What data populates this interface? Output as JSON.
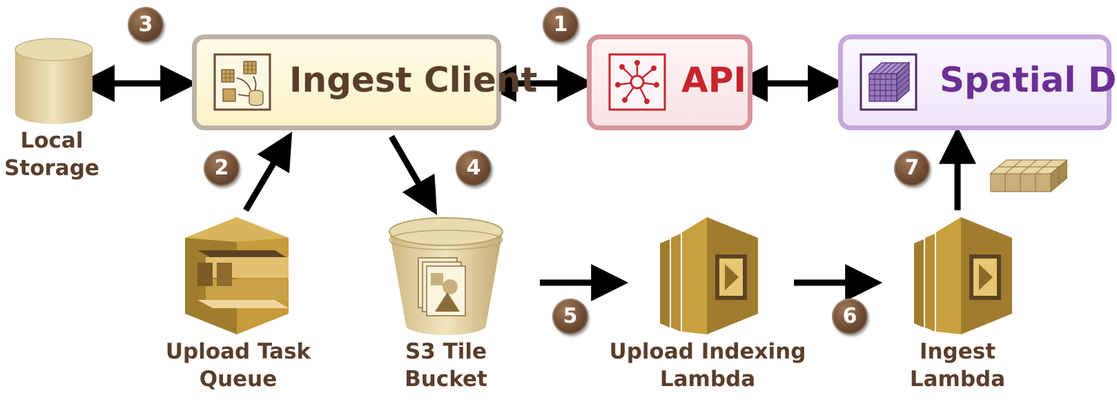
{
  "nodes": {
    "ingest_client": "Ingest Client",
    "api": "API",
    "spatial_db": "Spatial DB",
    "local_storage": "Local\nStorage",
    "upload_task_queue": "Upload Task\nQueue",
    "s3_tile_bucket": "S3 Tile\nBucket",
    "upload_indexing_lambda": "Upload Indexing\nLambda",
    "ingest_lambda": "Ingest\nLambda"
  },
  "steps": [
    "1",
    "2",
    "3",
    "4",
    "5",
    "6",
    "7"
  ],
  "colors": {
    "brown_text": "#5a3e2b",
    "api_red": "#c8242f",
    "db_purple": "#6b2f93",
    "gold": "#c9a63c",
    "arrow": "#000000"
  },
  "icons": {
    "ingest_client": "tile-transfer-icon",
    "api": "api-hub-icon",
    "spatial_db": "cube-grid-icon",
    "local_storage": "cylinder-storage-icon",
    "upload_task_queue": "sqs-queue-icon",
    "s3_tile_bucket": "s3-bucket-icon",
    "upload_indexing_lambda": "lambda-icon",
    "ingest_lambda": "lambda-icon",
    "tile_slab": "tile-slab-icon"
  }
}
